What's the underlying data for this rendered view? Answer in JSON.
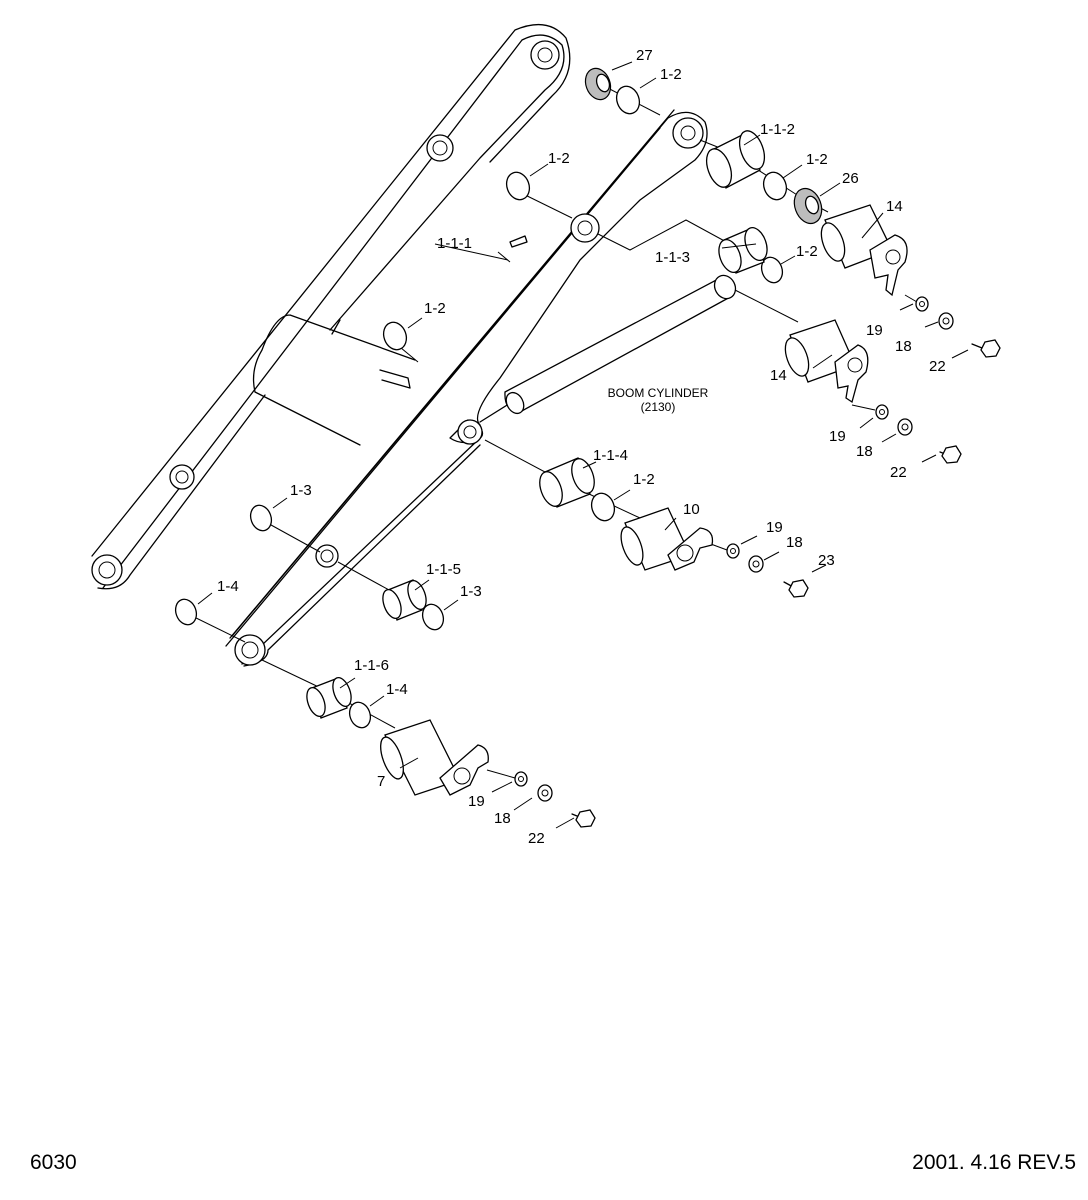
{
  "footer": {
    "page_number": "6030",
    "revision": "2001. 4.16  REV.5"
  },
  "cylinder": {
    "name": "BOOM CYLINDER",
    "ref": "(2130)"
  },
  "callouts": {
    "c27": "27",
    "c1_2a": "1-2",
    "c1_1_2": "1-1-2",
    "c1_2b": "1-2",
    "c26": "26",
    "c1_2c": "1-2",
    "c14a": "14",
    "c1_1_1": "1-1-1",
    "c1_1_3": "1-1-3",
    "c1_2d": "1-2",
    "c1_2e": "1-2",
    "c19a": "19",
    "c18a": "18",
    "c22a": "22",
    "c14b": "14",
    "c19b": "19",
    "c18b": "18",
    "c22b": "22",
    "c1_1_4": "1-1-4",
    "c1_2f": "1-2",
    "c10": "10",
    "c19c": "19",
    "c18c": "18",
    "c23": "23",
    "c1_3a": "1-3",
    "c1_1_5": "1-1-5",
    "c1_3b": "1-3",
    "c1_4a": "1-4",
    "c1_1_6": "1-1-6",
    "c1_4b": "1-4",
    "c7": "7",
    "c19d": "19",
    "c18d": "18",
    "c22c": "22"
  }
}
